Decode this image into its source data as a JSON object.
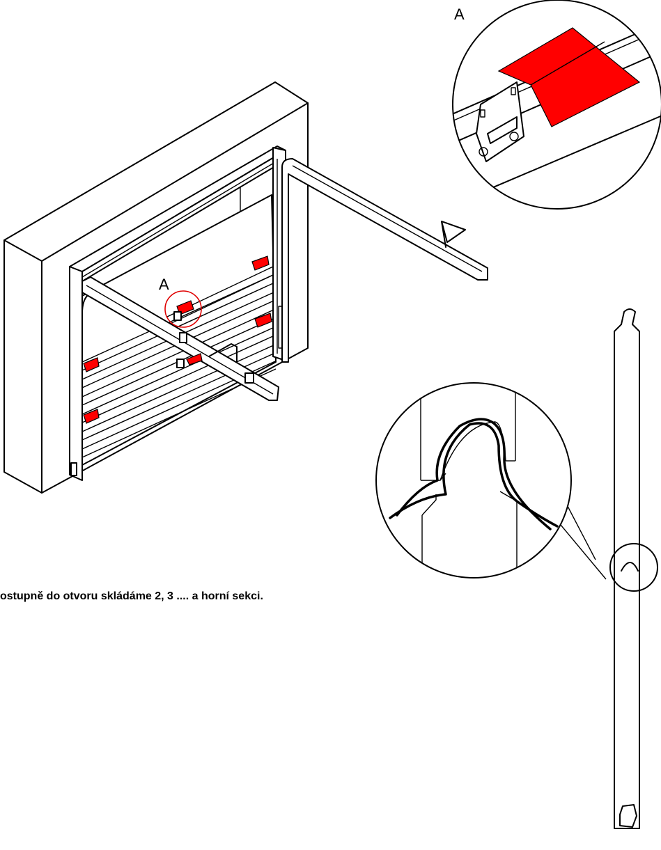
{
  "labels": {
    "detail_label": "A",
    "door_label": "A"
  },
  "caption": "ostupně do otvoru skládáme 2, 3 .... a horní sekci.",
  "colors": {
    "highlight": "#ff0000",
    "line": "#000000",
    "background": "#ffffff"
  }
}
